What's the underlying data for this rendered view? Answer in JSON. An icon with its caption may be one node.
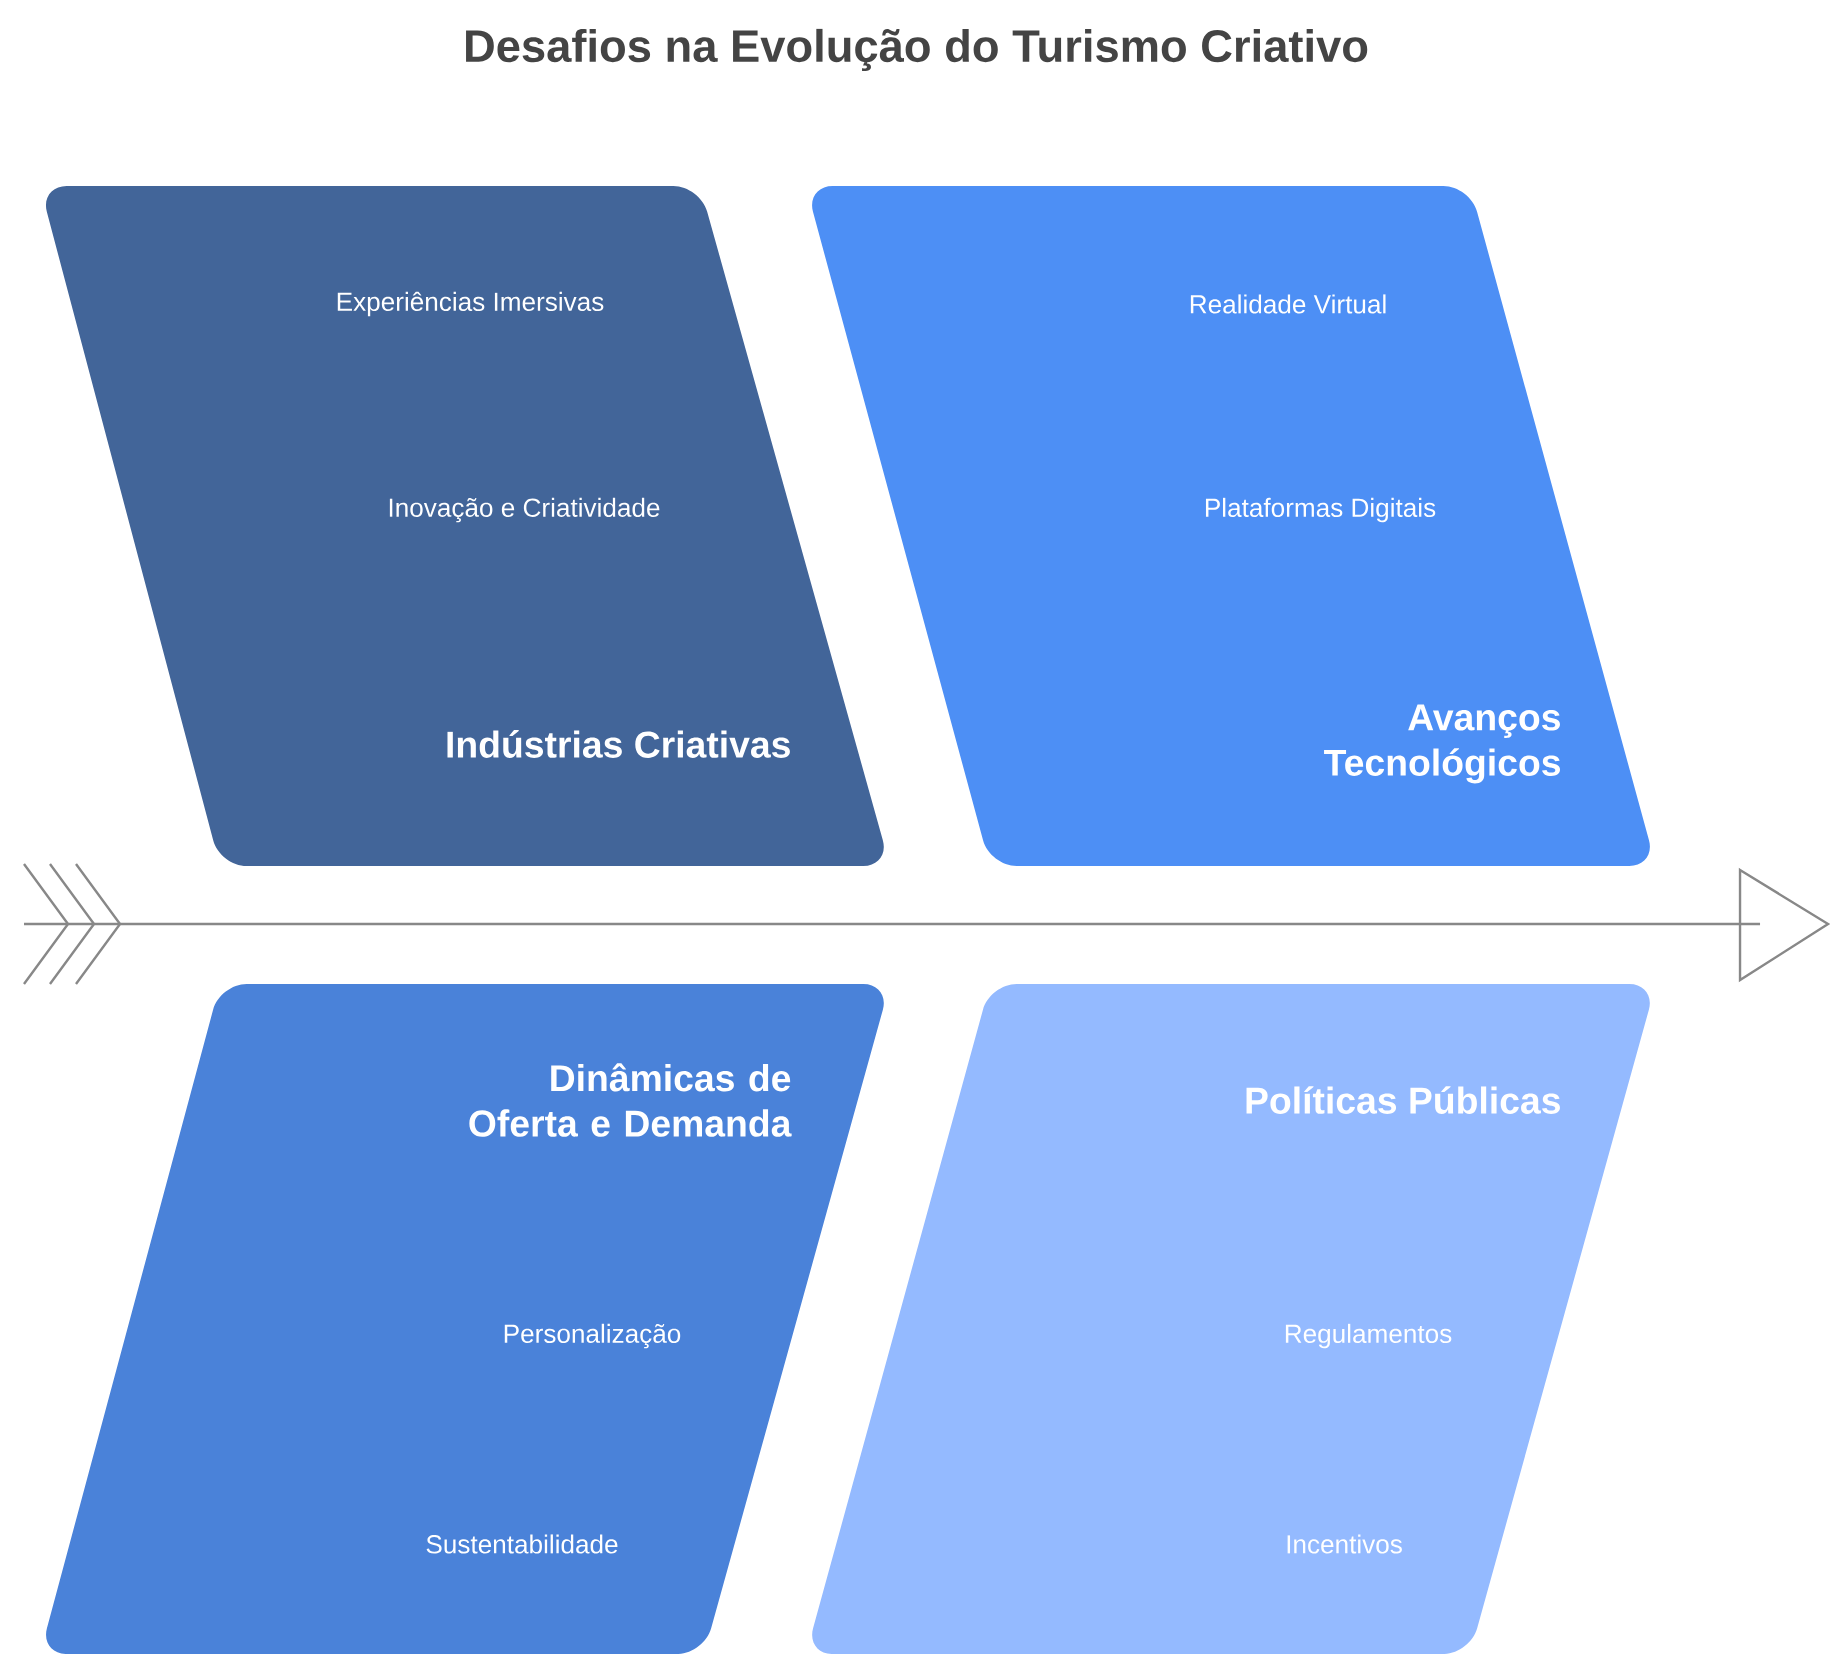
{
  "diagram": {
    "title": "Desafios na Evolução do Turismo Criativo",
    "nodes": [
      {
        "text": [
          "Experiências Imersivas",
          "Inovação e Criatividade",
          "Indústrias Criativas"
        ]
      },
      {
        "text": [
          "Realidade Virtual",
          "Plataformas Digitais",
          "Avanços Tecnológicos"
        ]
      },
      {
        "text": [
          "Dinâmicas de Oferta e Demanda",
          "Personalização",
          "Sustentabilidade"
        ]
      },
      {
        "text": [
          "Políticas Públicas",
          "Regulamentos",
          "Incentivos"
        ]
      }
    ]
  }
}
